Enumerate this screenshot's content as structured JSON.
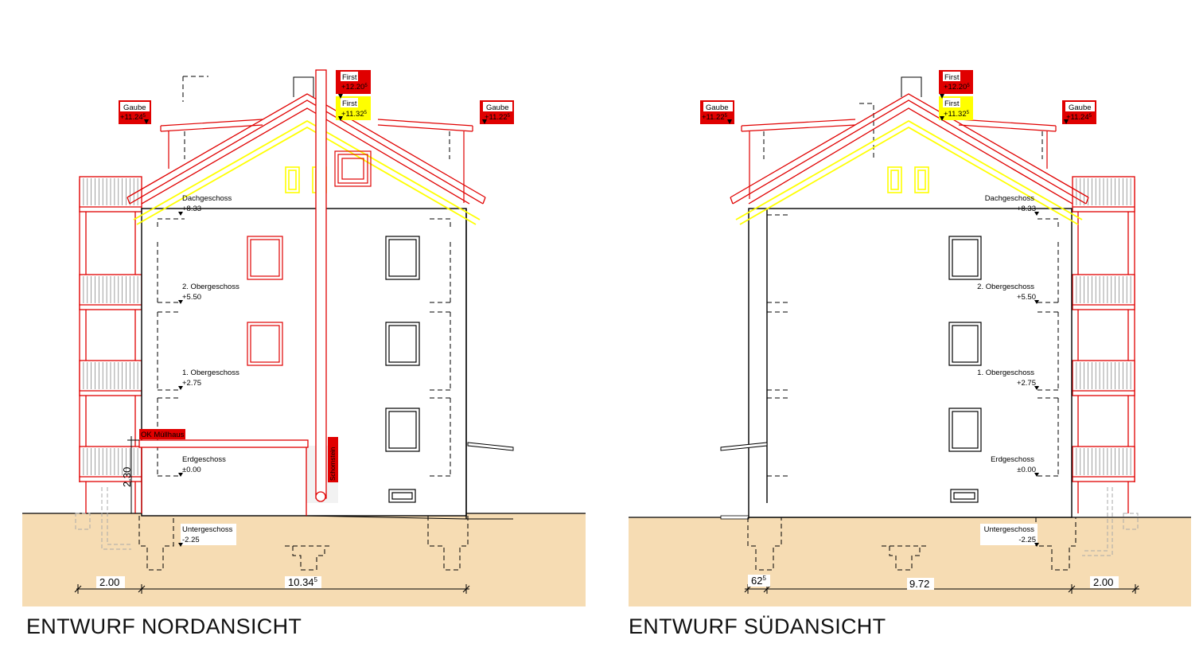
{
  "colors": {
    "ground": "#f6dcb3",
    "existing": "#000000",
    "new": "#e00000",
    "dormer": "#ffff00",
    "chimney_fill": "#e8e8e8"
  },
  "north": {
    "title": "ENTWURF NORDANSICHT",
    "tags": {
      "gaube_left": {
        "label": "Gaube",
        "value": "+11.24",
        "sup": "5"
      },
      "first_red": {
        "label": "First",
        "value": "+12.20",
        "sup": "5"
      },
      "first_yellow": {
        "label": "First",
        "value": "+11.32",
        "sup": "5"
      },
      "gaube_right": {
        "label": "Gaube",
        "value": "+11.22",
        "sup": "5"
      }
    },
    "levels": [
      {
        "name": "Dachgeschoss",
        "value": "+8.33"
      },
      {
        "name": "2. Obergeschoss",
        "value": "+5.50"
      },
      {
        "name": "1. Obergeschoss",
        "value": "+2.75"
      },
      {
        "name": "Erdgeschoss",
        "value": "±0.00"
      },
      {
        "name": "Untergeschoss",
        "value": "-2.25"
      }
    ],
    "ok_label": "OK Müllhaus",
    "chimney_label": "Schornstein",
    "height_dim": "2.30",
    "dims": [
      {
        "value": "2.00",
        "sup": ""
      },
      {
        "value": "10.34",
        "sup": "5"
      }
    ]
  },
  "south": {
    "title": "ENTWURF SÜDANSICHT",
    "tags": {
      "gaube_left": {
        "label": "Gaube",
        "value": "+11.22",
        "sup": "5"
      },
      "first_red": {
        "label": "First",
        "value": "+12.20",
        "sup": "5"
      },
      "first_yellow": {
        "label": "First",
        "value": "+11.32",
        "sup": "5"
      },
      "gaube_right": {
        "label": "Gaube",
        "value": "+11.24",
        "sup": "5"
      }
    },
    "levels": [
      {
        "name": "Dachgeschoss",
        "value": "+8.33"
      },
      {
        "name": "2. Obergeschoss",
        "value": "+5.50"
      },
      {
        "name": "1. Obergeschoss",
        "value": "+2.75"
      },
      {
        "name": "Erdgeschoss",
        "value": "±0.00"
      },
      {
        "name": "Untergeschoss",
        "value": "-2.25"
      }
    ],
    "dims": [
      {
        "value": "62",
        "sup": "5"
      },
      {
        "value": "9.72",
        "sup": ""
      },
      {
        "value": "2.00",
        "sup": ""
      }
    ]
  }
}
